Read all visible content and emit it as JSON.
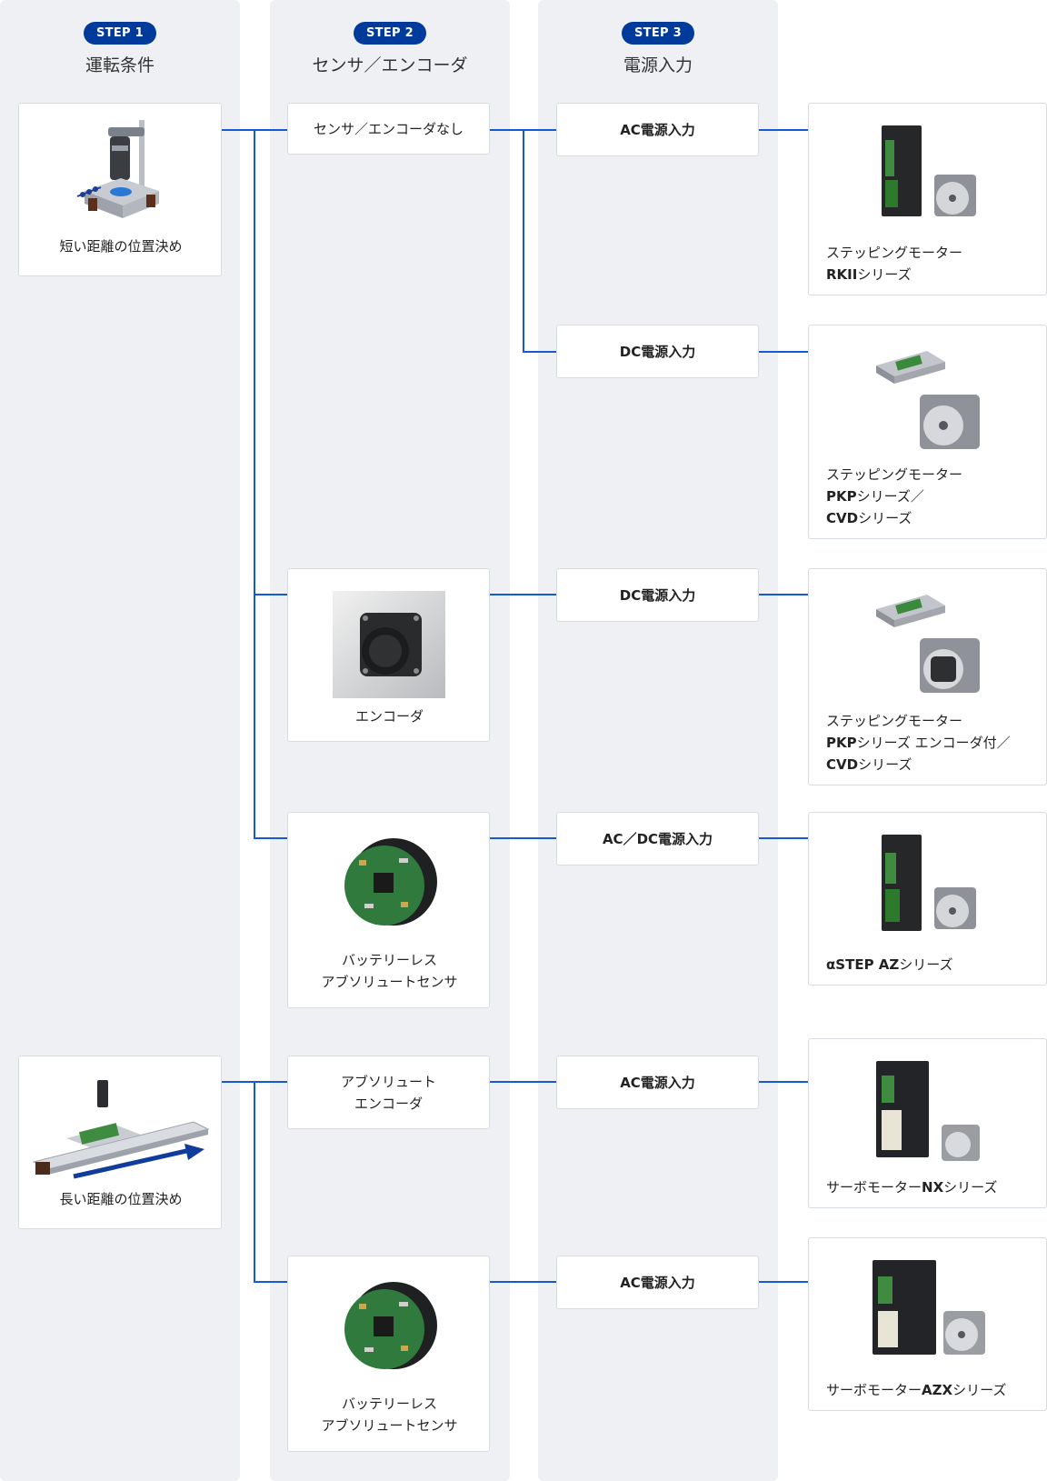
{
  "steps": [
    {
      "badge": "STEP 1",
      "title": "運転条件"
    },
    {
      "badge": "STEP 2",
      "title": "センサ／エンコーダ"
    },
    {
      "badge": "STEP 3",
      "title": "電源入力"
    }
  ],
  "conditions": [
    {
      "label": "短い距離の位置決め",
      "icon": "short-positioning-stage-icon"
    },
    {
      "label": "長い距離の位置決め",
      "icon": "long-positioning-slider-icon"
    }
  ],
  "sensors": [
    {
      "label": "センサ／エンコーダなし"
    },
    {
      "label": "エンコーダ",
      "icon": "encoder-photo"
    },
    {
      "label": "バッテリーレス\nアブソリュートセンサ",
      "icon": "absolute-sensor-photo"
    },
    {
      "label": "アブソリュート\nエンコーダ"
    },
    {
      "label": "バッテリーレス\nアブソリュートセンサ",
      "icon": "absolute-sensor-photo"
    }
  ],
  "power": [
    {
      "label": "AC電源入力"
    },
    {
      "label": "DC電源入力"
    },
    {
      "label": "DC電源入力"
    },
    {
      "label": "AC／DC電源入力"
    },
    {
      "label": "AC電源入力"
    },
    {
      "label": "AC電源入力"
    }
  ],
  "products": [
    {
      "line1": "ステッピングモーター",
      "line2": "RKII",
      "line2_suffix": "シリーズ",
      "line3": "",
      "line3_suffix": "",
      "icon": "driver-and-motor-photo"
    },
    {
      "line1": "ステッピングモーター",
      "line2": "PKP",
      "line2_suffix": "シリーズ／",
      "line3": "CVD",
      "line3_suffix": "シリーズ",
      "icon": "board-driver-and-motor-photo"
    },
    {
      "line1": "ステッピングモーター",
      "line2": "PKP",
      "line2_suffix": "シリーズ エンコーダ付／",
      "line3": "CVD",
      "line3_suffix": "シリーズ",
      "icon": "board-driver-and-encoder-motor-photo"
    },
    {
      "line1": "",
      "line2": "αSTEP AZ",
      "line2_suffix": "シリーズ",
      "line3": "",
      "line3_suffix": "",
      "icon": "driver-and-motor-photo"
    },
    {
      "line1": "",
      "line2": "サーボモーター",
      "line2_suffix": "",
      "line2_bold": "NX",
      "line2_tail": "シリーズ",
      "icon": "servo-driver-and-motor-photo"
    },
    {
      "line1": "",
      "line2": "サーボモーター",
      "line2_suffix": "",
      "line2_bold": "AZX",
      "line2_tail": "シリーズ",
      "icon": "servo-driver-and-motor-photo"
    }
  ],
  "colors": {
    "accent": "#003b9c",
    "connector": "#1659d6",
    "column_bg": "#eef0f4"
  }
}
